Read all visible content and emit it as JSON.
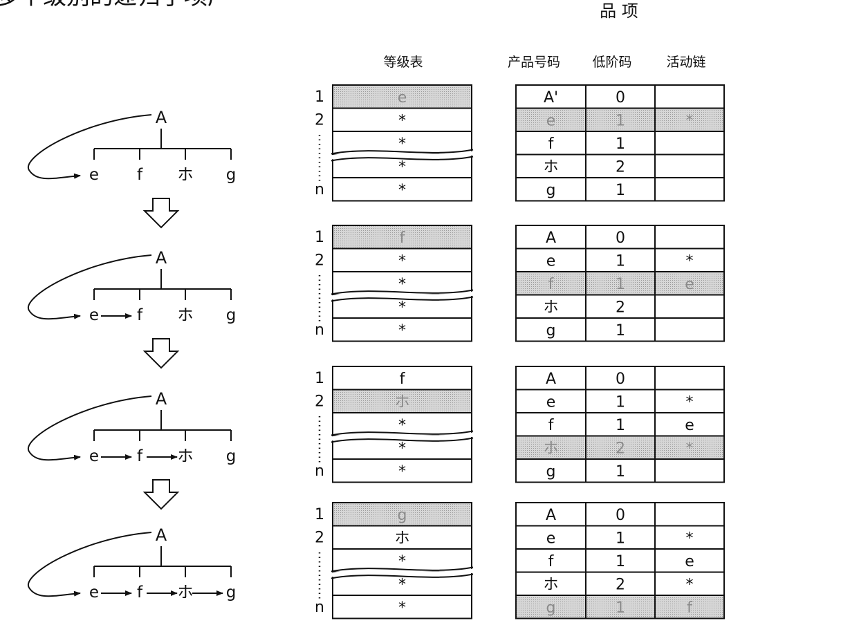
{
  "header": {
    "top_left_fragment": "多个级别的递归子项产",
    "title": "品 项",
    "col_level_table": "等级表",
    "col_product_code": "产品号码",
    "col_low_level_code": "低阶码",
    "col_active_chain": "活动链"
  },
  "level_labels": {
    "first": "1",
    "second": "2",
    "last": "n"
  },
  "theme": {
    "highlight": "#cfcfcf",
    "ink": "#111111"
  },
  "stages": [
    {
      "root": "A",
      "children": [
        "e",
        "f",
        "ホ",
        "g"
      ],
      "chain_arrows": [
        false,
        false,
        false
      ],
      "level_table": [
        {
          "value": "e",
          "highlight": true
        },
        {
          "value": "*",
          "highlight": false
        },
        {
          "value": "*",
          "highlight": false
        },
        {
          "value": "*",
          "highlight": false
        },
        {
          "value": "*",
          "highlight": false
        }
      ],
      "items": [
        {
          "code": "A'",
          "low": "0",
          "chain": "",
          "highlight": false
        },
        {
          "code": "e",
          "low": "1",
          "chain": "*",
          "highlight": true
        },
        {
          "code": "f",
          "low": "1",
          "chain": "",
          "highlight": false
        },
        {
          "code": "ホ",
          "low": "2",
          "chain": "",
          "highlight": false
        },
        {
          "code": "g",
          "low": "1",
          "chain": "",
          "highlight": false
        }
      ]
    },
    {
      "root": "A",
      "children": [
        "e",
        "f",
        "ホ",
        "g"
      ],
      "chain_arrows": [
        true,
        false,
        false
      ],
      "level_table": [
        {
          "value": "f",
          "highlight": true
        },
        {
          "value": "*",
          "highlight": false
        },
        {
          "value": "*",
          "highlight": false
        },
        {
          "value": "*",
          "highlight": false
        },
        {
          "value": "*",
          "highlight": false
        }
      ],
      "items": [
        {
          "code": "A",
          "low": "0",
          "chain": "",
          "highlight": false
        },
        {
          "code": "e",
          "low": "1",
          "chain": "*",
          "highlight": false
        },
        {
          "code": "f",
          "low": "1",
          "chain": "e",
          "highlight": true
        },
        {
          "code": "ホ",
          "low": "2",
          "chain": "",
          "highlight": false
        },
        {
          "code": "g",
          "low": "1",
          "chain": "",
          "highlight": false
        }
      ]
    },
    {
      "root": "A",
      "children": [
        "e",
        "f",
        "ホ",
        "g"
      ],
      "chain_arrows": [
        true,
        true,
        false
      ],
      "level_table": [
        {
          "value": "f",
          "highlight": false
        },
        {
          "value": "ホ",
          "highlight": true
        },
        {
          "value": "*",
          "highlight": false
        },
        {
          "value": "*",
          "highlight": false
        },
        {
          "value": "*",
          "highlight": false
        }
      ],
      "items": [
        {
          "code": "A",
          "low": "0",
          "chain": "",
          "highlight": false
        },
        {
          "code": "e",
          "low": "1",
          "chain": "*",
          "highlight": false
        },
        {
          "code": "f",
          "low": "1",
          "chain": "e",
          "highlight": false
        },
        {
          "code": "ホ",
          "low": "2",
          "chain": "*",
          "highlight": true
        },
        {
          "code": "g",
          "low": "1",
          "chain": "",
          "highlight": false
        }
      ]
    },
    {
      "root": "A",
      "children": [
        "e",
        "f",
        "ホ",
        "g"
      ],
      "chain_arrows": [
        true,
        true,
        true
      ],
      "level_table": [
        {
          "value": "g",
          "highlight": true
        },
        {
          "value": "ホ",
          "highlight": false
        },
        {
          "value": "*",
          "highlight": false
        },
        {
          "value": "*",
          "highlight": false
        },
        {
          "value": "*",
          "highlight": false
        }
      ],
      "items": [
        {
          "code": "A",
          "low": "0",
          "chain": "",
          "highlight": false
        },
        {
          "code": "e",
          "low": "1",
          "chain": "*",
          "highlight": false
        },
        {
          "code": "f",
          "low": "1",
          "chain": "e",
          "highlight": false
        },
        {
          "code": "ホ",
          "low": "2",
          "chain": "*",
          "highlight": false
        },
        {
          "code": "g",
          "low": "1",
          "chain": "f",
          "highlight": true
        }
      ]
    }
  ]
}
